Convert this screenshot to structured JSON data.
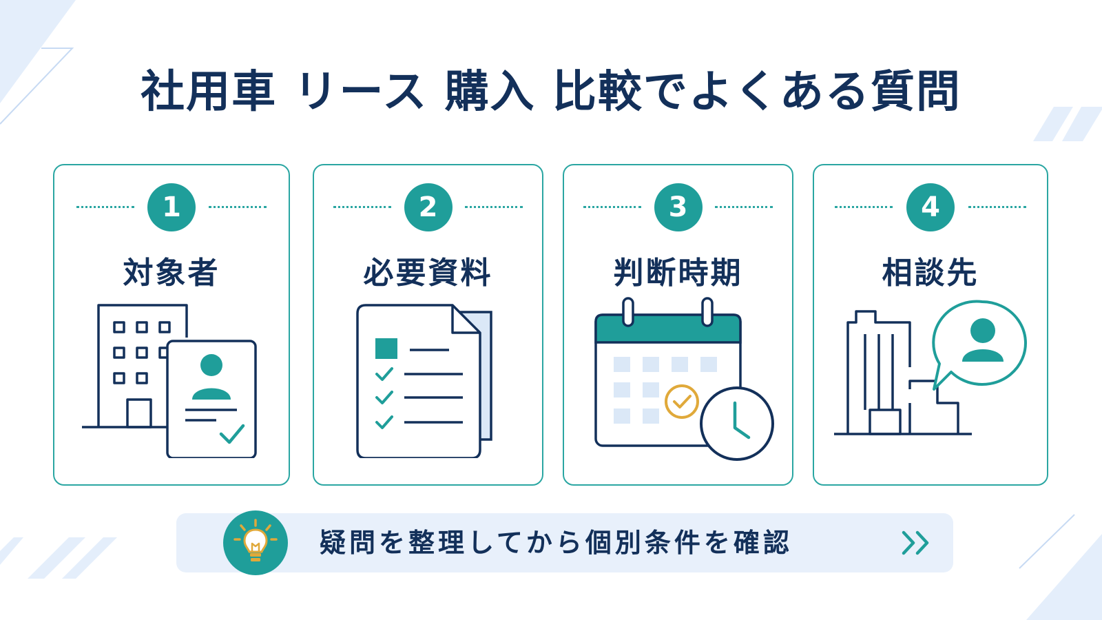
{
  "title": "社用車 リース 購入 比較でよくある質問",
  "cards": [
    {
      "number": "1",
      "label": "対象者",
      "icon": "building-with-id-card-icon"
    },
    {
      "number": "2",
      "label": "必要資料",
      "icon": "checklist-document-icon"
    },
    {
      "number": "3",
      "label": "判断時期",
      "icon": "calendar-clock-icon"
    },
    {
      "number": "4",
      "label": "相談先",
      "icon": "office-consultant-icon"
    }
  ],
  "banner": {
    "text": "疑問を整理してから個別条件を確認",
    "icon": "lightbulb-icon",
    "arrow_icon": "double-chevron-right-icon"
  },
  "colors": {
    "navy": "#13305a",
    "teal": "#1f9e9a",
    "teal_border": "#2aa6a2",
    "light_blue": "#dbe8f7",
    "gold": "#e0a93a"
  }
}
